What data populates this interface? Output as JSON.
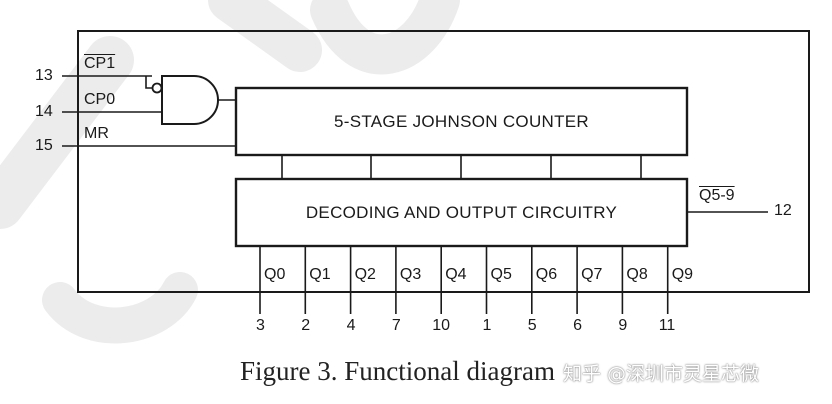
{
  "counter": {
    "label": "5-STAGE JOHNSON COUNTER"
  },
  "decoder": {
    "label": "DECODING AND OUTPUT CIRCUITRY"
  },
  "inputs": [
    {
      "signal": "CP1",
      "pin": "13",
      "overline": true
    },
    {
      "signal": "CP0",
      "pin": "14",
      "overline": false
    },
    {
      "signal": "MR",
      "pin": "15",
      "overline": false
    }
  ],
  "carry_out": {
    "signal": "Q5-9",
    "pin": "12",
    "overline": true
  },
  "outputs": [
    {
      "signal": "Q0",
      "pin": "3"
    },
    {
      "signal": "Q1",
      "pin": "2"
    },
    {
      "signal": "Q2",
      "pin": "4"
    },
    {
      "signal": "Q3",
      "pin": "7"
    },
    {
      "signal": "Q4",
      "pin": "10"
    },
    {
      "signal": "Q5",
      "pin": "1"
    },
    {
      "signal": "Q6",
      "pin": "5"
    },
    {
      "signal": "Q7",
      "pin": "6"
    },
    {
      "signal": "Q8",
      "pin": "9"
    },
    {
      "signal": "Q9",
      "pin": "11"
    }
  ],
  "caption": "Figure 3. Functional diagram",
  "watermark": "知乎 @深圳市灵星芯微",
  "colors": {
    "line": "#1a1a1a",
    "background": "#ffffff",
    "watermark_shape": "#e9e9e9"
  }
}
